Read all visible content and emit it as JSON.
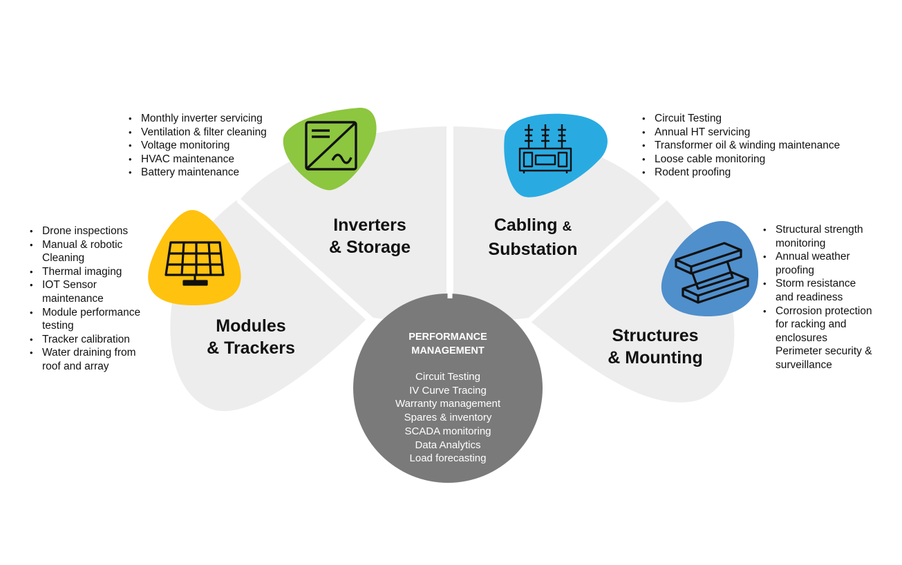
{
  "segments": {
    "modules": {
      "title_line1": "Modules",
      "title_line2": "& Trackers",
      "icon": "solar-panel-icon",
      "color": "#FFC20E"
    },
    "inverters": {
      "title_line1": "Inverters",
      "title_line2": "& Storage",
      "icon": "inverter-icon",
      "color": "#8DC63F"
    },
    "cabling": {
      "title_line1": "Cabling",
      "title_line1_small": "&",
      "title_line2": "Substation",
      "icon": "transformer-icon",
      "color": "#29ABE2"
    },
    "structures": {
      "title_line1": "Structures",
      "title_line2": "& Mounting",
      "icon": "steel-beam-icon",
      "color": "#4F8FCC"
    }
  },
  "lists": {
    "modules": [
      "Drone inspections",
      "Manual & robotic",
      "Cleaning",
      "Thermal imaging",
      "IOT Sensor",
      "maintenance",
      "Module performance",
      "testing",
      "Tracker calibration",
      "Water draining from",
      "roof and array"
    ],
    "inverters": [
      "Monthly inverter servicing",
      "Ventilation & filter cleaning",
      "Voltage monitoring",
      "HVAC maintenance",
      "Battery maintenance"
    ],
    "cabling": [
      "Circuit Testing",
      "Annual HT servicing",
      "Transformer oil & winding maintenance",
      "Loose cable monitoring",
      "Rodent proofing"
    ],
    "structures": [
      "Structural strength",
      "monitoring",
      "Annual weather",
      "proofing",
      "Storm resistance",
      "and readiness",
      "Corrosion protection",
      "for racking and",
      "enclosures",
      "Perimeter security &",
      "surveillance"
    ]
  },
  "center": {
    "title_line1": "PERFORMANCE",
    "title_line2": "MANAGEMENT",
    "items": [
      "Circuit Testing",
      "IV Curve Tracing",
      "Warranty management",
      "Spares & inventory",
      "SCADA monitoring",
      "Data Analytics",
      "Load forecasting"
    ],
    "color": "#7A7A7A"
  },
  "colors": {
    "segment_fill": "#EDEDED"
  }
}
